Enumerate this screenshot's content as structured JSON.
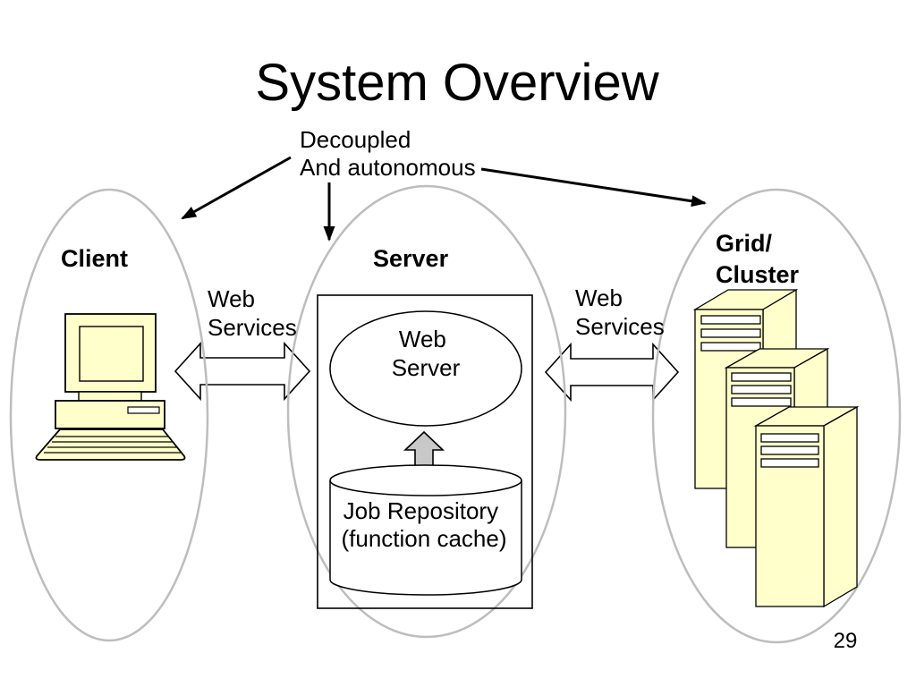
{
  "slide": {
    "title": "System Overview",
    "page_number": "29",
    "annotation": {
      "line1": "Decoupled",
      "line2": "And autonomous"
    }
  },
  "client": {
    "label": "Client"
  },
  "server": {
    "label": "Server",
    "web_server": {
      "line1": "Web",
      "line2": "Server"
    },
    "repository": {
      "line1": "Job Repository",
      "line2": "(function cache)"
    }
  },
  "grid": {
    "label": {
      "line1": "Grid/",
      "line2": "Cluster"
    }
  },
  "links": {
    "client_server": {
      "line1": "Web",
      "line2": "Services"
    },
    "server_grid": {
      "line1": "Web",
      "line2": "Services"
    }
  },
  "colors": {
    "shape_fill": "#FFFFCC",
    "ellipse_stroke": "#BDBDBD",
    "gray_arrow_fill": "#C8C8C8",
    "double_arrow_fill": "#FFFFFF",
    "outline": "#000000"
  }
}
